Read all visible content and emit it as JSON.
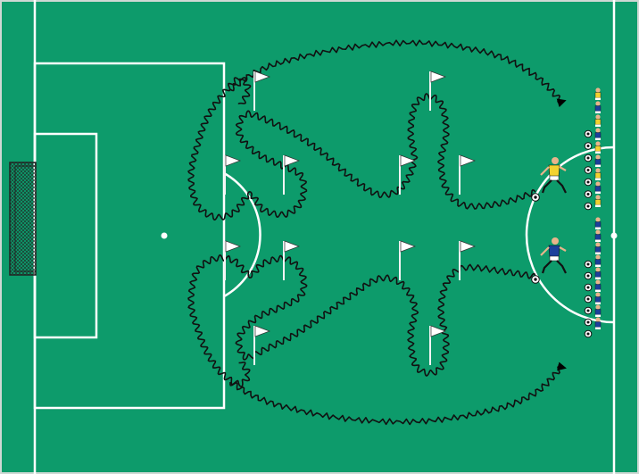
{
  "pitch": {
    "grass_color": "#0d9b6b",
    "line_color": "#ffffff",
    "border_color": "#cfd8d4"
  },
  "drill": {
    "flag_count": 12,
    "player_groups": [
      {
        "team": "yellow-white",
        "shirt_color": "#f2d230",
        "shorts_color": "#ffffff",
        "queue_size": 9
      },
      {
        "team": "blue",
        "shirt_color": "#1b3f9b",
        "shorts_color": "#ffffff",
        "queue_size": 9
      }
    ],
    "dribble_path_color": "#111111",
    "arrow_color": "#000000"
  },
  "icons": {
    "flag": "flag-icon",
    "ball": "soccer-ball-icon",
    "player": "player-icon",
    "goal": "goal-net-icon"
  }
}
